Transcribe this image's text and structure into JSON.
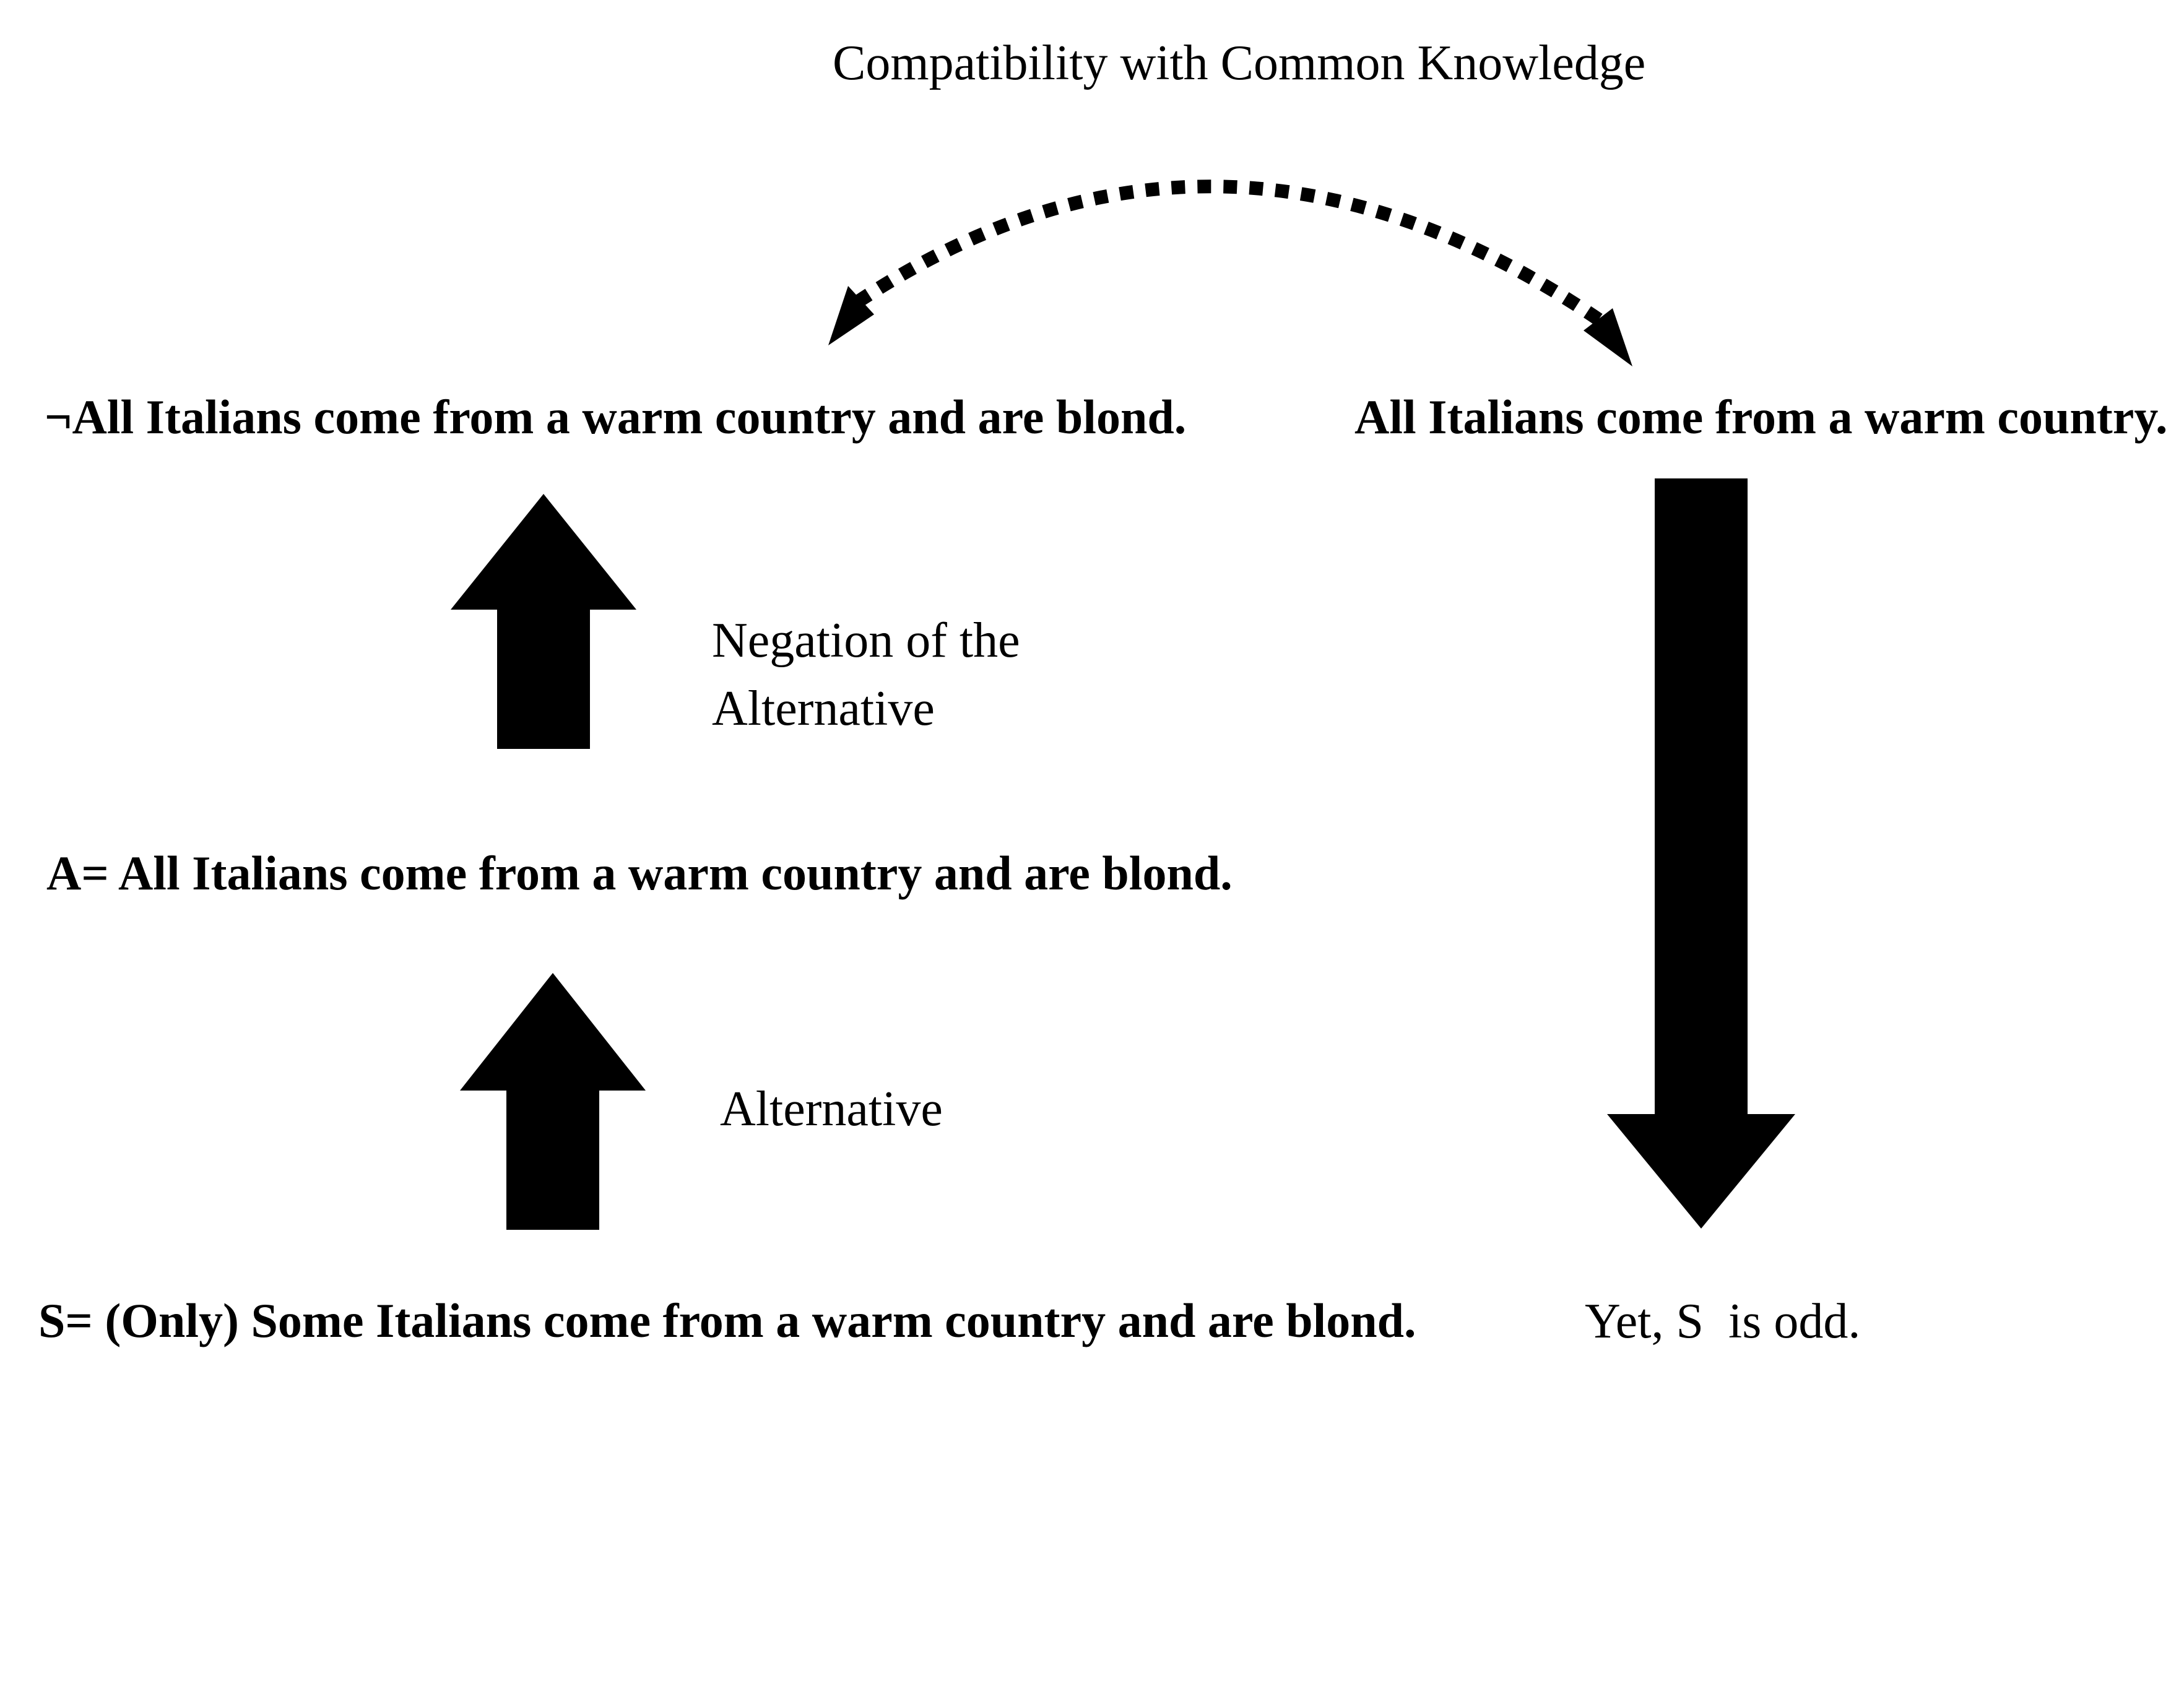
{
  "diagram": {
    "title": "Compatibility with Common Knowledge",
    "nodes": {
      "negated_alternative": "¬All Italians come from a warm country and are blond.",
      "common_knowledge": "All Italians come from a warm country.",
      "alternative_a": "A= All Italians come from a warm country and are blond.",
      "sentence_s": "S= (Only) Some Italians come from a warm country and are blond.",
      "conclusion": "Yet, S  is odd."
    },
    "edge_labels": {
      "negation": "Negation of the Alternative",
      "alternative": "Alternative"
    }
  }
}
